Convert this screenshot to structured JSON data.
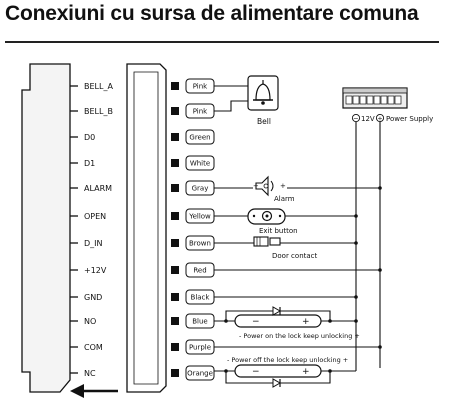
{
  "title": "Conexiuni cu sursa de alimentare comuna",
  "pins": [
    "BELL_A",
    "BELL_B",
    "D0",
    "D1",
    "ALARM",
    "OPEN",
    "D_IN",
    "+12V",
    "GND",
    "NO",
    "COM",
    "NC"
  ],
  "wire_colors": [
    "Pink",
    "Pink",
    "Green",
    "White",
    "Gray",
    "Yellow",
    "Brown",
    "Red",
    "Black",
    "Blue",
    "Purple",
    "Orange"
  ],
  "devices": {
    "bell": "Bell",
    "alarm": "Alarm",
    "exit_button": "Exit button",
    "door_contact": "Door contact"
  },
  "power_supply": {
    "minus": "−",
    "v12": "12V",
    "label": "Power Supply"
  },
  "lock_terminals": {
    "minus": "−",
    "plus": "+"
  },
  "notes": {
    "power_on": "- Power on the lock keep unlocking +",
    "power_off": "- Power off the lock keep unlocking +"
  },
  "icons": [
    "bell-icon",
    "alarm-icon",
    "exit-button-icon",
    "door-contact-icon",
    "power-supply-icon",
    "diode-icon",
    "arrow-left-icon"
  ]
}
